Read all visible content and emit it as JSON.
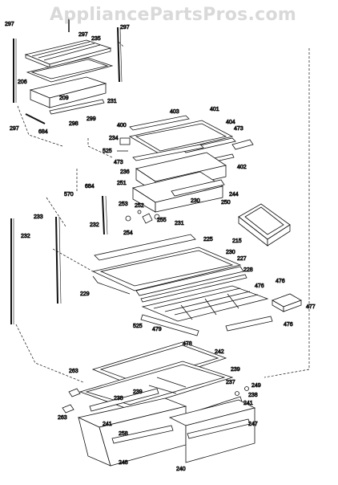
{
  "watermark": "AppliancePartsPros.com",
  "callouts": [
    "297",
    "297",
    "297",
    "235",
    "206",
    "209",
    "298",
    "299",
    "231",
    "684",
    "297",
    "403",
    "401",
    "400",
    "404",
    "473",
    "234",
    "525",
    "473",
    "402",
    "236",
    "251",
    "244",
    "230",
    "250",
    "570",
    "684",
    "233",
    "232",
    "253",
    "252",
    "254",
    "255",
    "215",
    "231",
    "232",
    "225",
    "230",
    "227",
    "228",
    "229",
    "476",
    "476",
    "477",
    "525",
    "479",
    "478",
    "476",
    "242",
    "239",
    "263",
    "237",
    "249",
    "238",
    "241",
    "263",
    "241",
    "247",
    "258",
    "248",
    "240",
    "239",
    "238"
  ]
}
